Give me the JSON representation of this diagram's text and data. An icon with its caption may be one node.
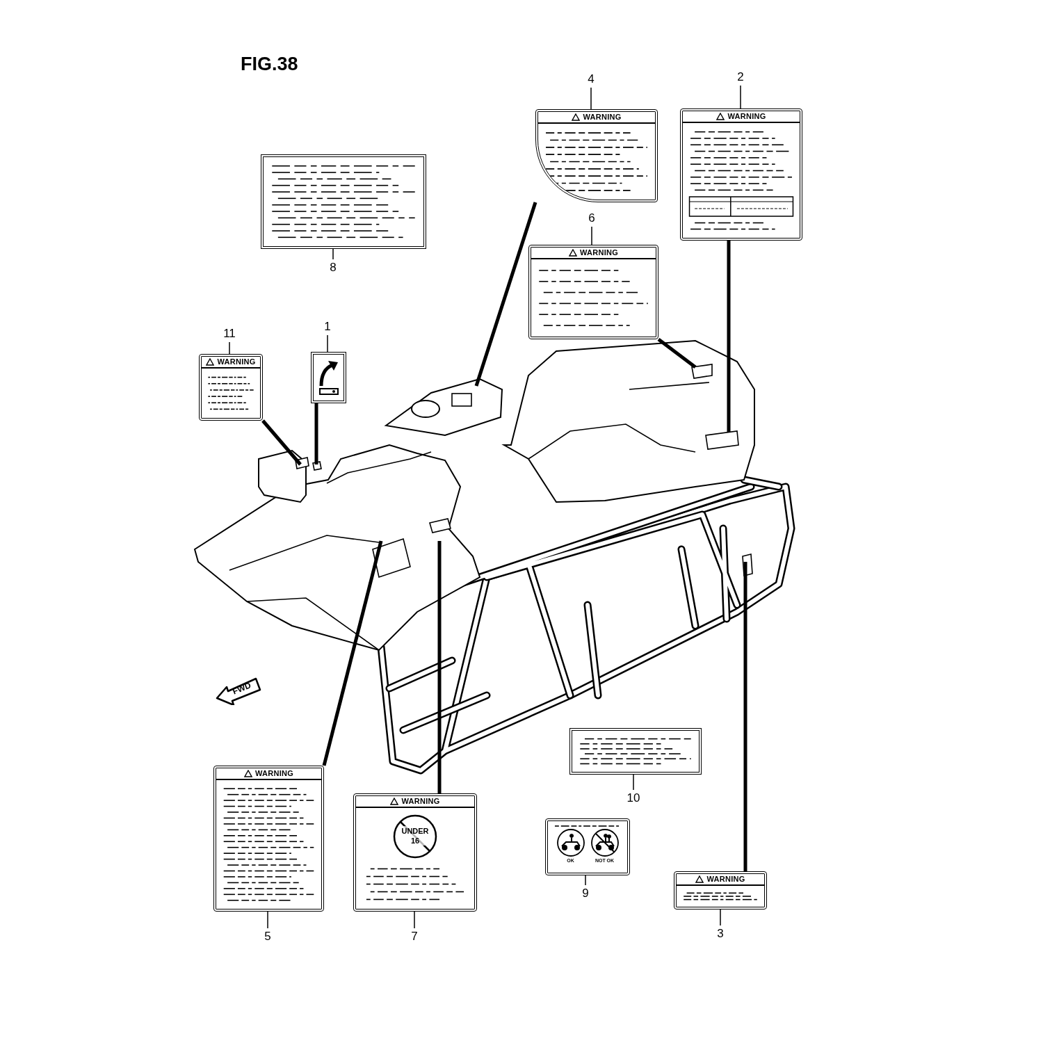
{
  "diagram": {
    "title": "FIG.38",
    "nodes": [
      {
        "text": [
          "4"
        ]
      },
      {
        "text": [
          "2"
        ]
      },
      {
        "text": [
          "WARNING"
        ]
      },
      {
        "text": [
          "WARNING"
        ]
      },
      {
        "text": [],
        "shape": "box"
      },
      {
        "text": [
          "8"
        ]
      },
      {
        "text": [
          "6"
        ]
      },
      {
        "text": [
          "WARNING"
        ]
      },
      {
        "text": [
          "11"
        ]
      },
      {
        "text": [
          "1"
        ]
      },
      {
        "text": [
          "WARNING"
        ]
      },
      {
        "text": [],
        "shape": "box"
      },
      {
        "text": [],
        "shape": "box"
      },
      {
        "text": [
          "10"
        ]
      },
      {
        "text": [
          "WARNING"
        ]
      },
      {
        "text": [
          "WARNING",
          "UNDER 16"
        ]
      },
      {
        "text": [
          "OK",
          "NOT OK"
        ]
      },
      {
        "text": [
          "9"
        ]
      },
      {
        "text": [
          "WARNING"
        ]
      },
      {
        "text": [
          "5"
        ]
      },
      {
        "text": [
          "7"
        ]
      },
      {
        "text": [
          "3"
        ]
      }
    ],
    "edges": [
      {
        "from": 0,
        "to": 2,
        "arrow": "none"
      },
      {
        "from": 1,
        "to": 3,
        "arrow": "none"
      },
      {
        "from": 5,
        "to": 4,
        "arrow": "none"
      },
      {
        "from": 6,
        "to": 7,
        "arrow": "none"
      },
      {
        "from": 8,
        "to": 10,
        "arrow": "none"
      },
      {
        "from": 9,
        "to": 11,
        "arrow": "none"
      },
      {
        "from": 13,
        "to": 12,
        "arrow": "none"
      },
      {
        "from": 17,
        "to": 16,
        "arrow": "none"
      },
      {
        "from": 19,
        "to": 14,
        "arrow": "none"
      },
      {
        "from": 20,
        "to": 15,
        "arrow": "none"
      },
      {
        "from": 21,
        "to": 18,
        "arrow": "none"
      },
      {
        "from": 2,
        "to": null,
        "arrow": "none",
        "style": "thick"
      },
      {
        "from": 3,
        "to": null,
        "arrow": "none",
        "style": "thick"
      },
      {
        "from": 7,
        "to": null,
        "arrow": "none",
        "style": "thick"
      },
      {
        "from": 10,
        "to": null,
        "arrow": "none",
        "style": "thick"
      },
      {
        "from": 11,
        "to": null,
        "arrow": "none",
        "style": "thick"
      },
      {
        "from": 14,
        "to": null,
        "arrow": "none",
        "style": "thick"
      },
      {
        "from": 15,
        "to": null,
        "arrow": "none",
        "style": "thick"
      },
      {
        "from": 18,
        "to": null,
        "arrow": "none",
        "style": "thick"
      }
    ],
    "labels": [
      "FWD"
    ]
  }
}
